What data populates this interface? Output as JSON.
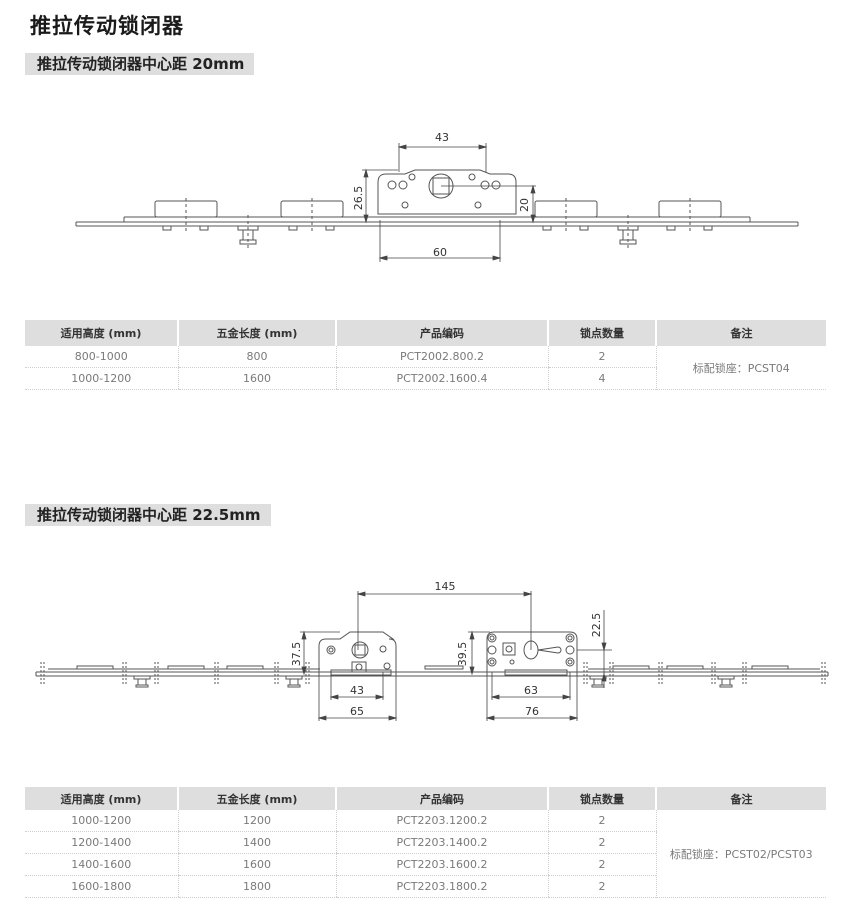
{
  "page": {
    "title": "推拉传动锁闭器"
  },
  "section1": {
    "title": "推拉传动锁闭器中心距 20mm",
    "drawing": {
      "dimensions": {
        "top_width": "43",
        "bottom_width": "60",
        "height_left": "26.5",
        "height_right": "20"
      }
    },
    "table": {
      "headers": [
        "适用高度 (mm)",
        "五金长度 (mm)",
        "产品编码",
        "锁点数量",
        "备注"
      ],
      "rows": [
        [
          "800-1000",
          "800",
          "PCT2002.800.2",
          "2"
        ],
        [
          "1000-1200",
          "1600",
          "PCT2002.1600.4",
          "4"
        ]
      ],
      "note": "标配锁座：PCST04"
    }
  },
  "section2": {
    "title": "推拉传动锁闭器中心距 22.5mm",
    "drawing": {
      "dimensions": {
        "center_distance": "145",
        "left_height": "37.5",
        "left_inner": "43",
        "left_outer": "65",
        "right_height": "39.5",
        "right_inner": "63",
        "right_outer": "76",
        "right_offset": "22.5"
      }
    },
    "table": {
      "headers": [
        "适用高度 (mm)",
        "五金长度 (mm)",
        "产品编码",
        "锁点数量",
        "备注"
      ],
      "rows": [
        [
          "1000-1200",
          "1200",
          "PCT2203.1200.2",
          "2"
        ],
        [
          "1200-1400",
          "1400",
          "PCT2203.1400.2",
          "2"
        ],
        [
          "1400-1600",
          "1600",
          "PCT2203.1600.2",
          "2"
        ],
        [
          "1600-1800",
          "1800",
          "PCT2203.1800.2",
          "2"
        ]
      ],
      "note": "标配锁座：PCST02/PCST03"
    }
  }
}
